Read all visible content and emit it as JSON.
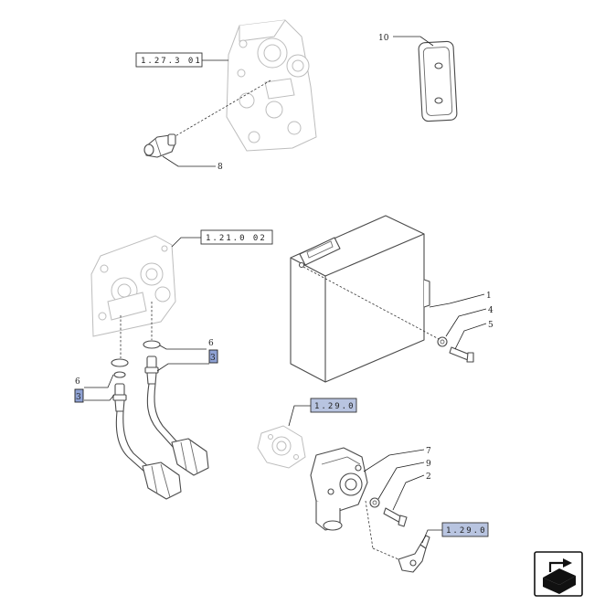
{
  "references": {
    "hydraulic_valve": "1.27.3 01",
    "mounting_plate": "1.21.0 02",
    "pump_top": "1.29.0",
    "pump_bottom": "1.29.0"
  },
  "callouts": {
    "bracket": "10",
    "valve_sensor": "8",
    "control_unit": "1",
    "washer_unit": "4",
    "bolt_unit": "5",
    "seal_right": "6",
    "seal_left": "6",
    "sensor_right": "3",
    "sensor_left": "3",
    "pump_item": "7",
    "pump_washer": "9",
    "pump_bolt": "2"
  },
  "icons": {
    "navigation": "next-page-icon"
  }
}
